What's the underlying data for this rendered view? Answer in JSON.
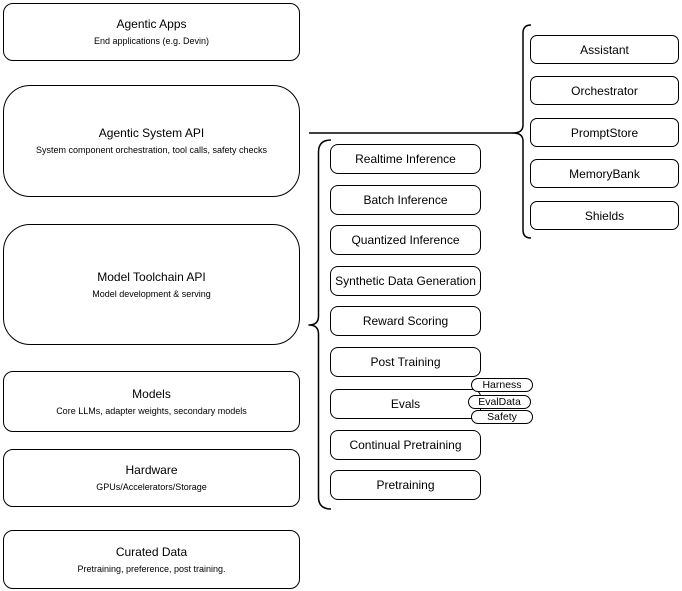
{
  "diagram": {
    "background_color": "#ffffff",
    "stroke_color": "#000000",
    "left_column": [
      {
        "title": "Agentic Apps",
        "subtitle": "End applications (e.g. Devin)"
      },
      {
        "title": "Agentic System API",
        "subtitle": "System component orchestration, tool calls, safety checks"
      },
      {
        "title": "Model Toolchain API",
        "subtitle": "Model development & serving"
      },
      {
        "title": "Models",
        "subtitle": "Core LLMs, adapter weights, secondary models"
      },
      {
        "title": "Hardware",
        "subtitle": "GPUs/Accelerators/Storage"
      },
      {
        "title": "Curated Data",
        "subtitle": "Pretraining, preference, post training."
      }
    ],
    "toolchain_items": [
      "Realtime Inference",
      "Batch Inference",
      "Quantized Inference",
      "Synthetic Data Generation",
      "Reward Scoring",
      "Post Training",
      "Evals",
      "Continual Pretraining",
      "Pretraining"
    ],
    "eval_tags": [
      "Harness",
      "EvalData",
      "Safety"
    ],
    "system_components": [
      "Assistant",
      "Orchestrator",
      "PromptStore",
      "MemoryBank",
      "Shields"
    ]
  }
}
